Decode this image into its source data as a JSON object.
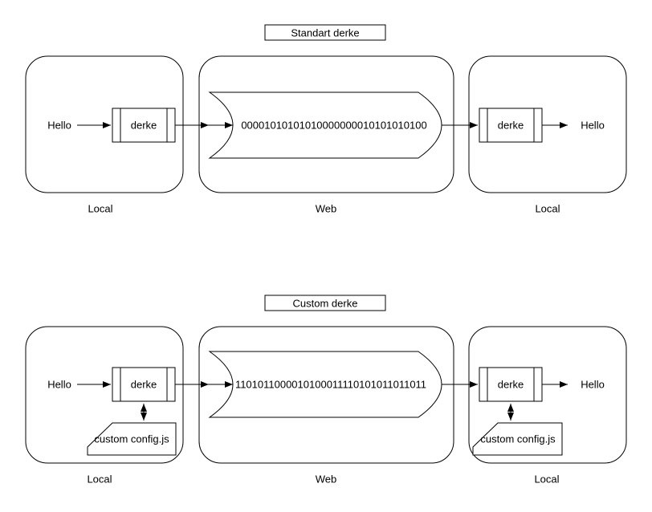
{
  "colors": {
    "stroke": "#000000",
    "background": "#ffffff"
  },
  "sections": [
    {
      "title": "Standart derke",
      "source": {
        "region_label": "Local",
        "input": "Hello",
        "encoder": "derke"
      },
      "channel": {
        "region_label": "Web",
        "payload": "00001010101010000000010101010100"
      },
      "destination": {
        "region_label": "Local",
        "decoder": "derke",
        "output": "Hello"
      }
    },
    {
      "title": "Custom derke",
      "source": {
        "region_label": "Local",
        "input": "Hello",
        "encoder": "derke",
        "config": "custom config.js"
      },
      "channel": {
        "region_label": "Web",
        "payload": "1101011000010100011110101011011011"
      },
      "destination": {
        "region_label": "Local",
        "decoder": "derke",
        "output": "Hello",
        "config": "custom config.js"
      }
    }
  ]
}
